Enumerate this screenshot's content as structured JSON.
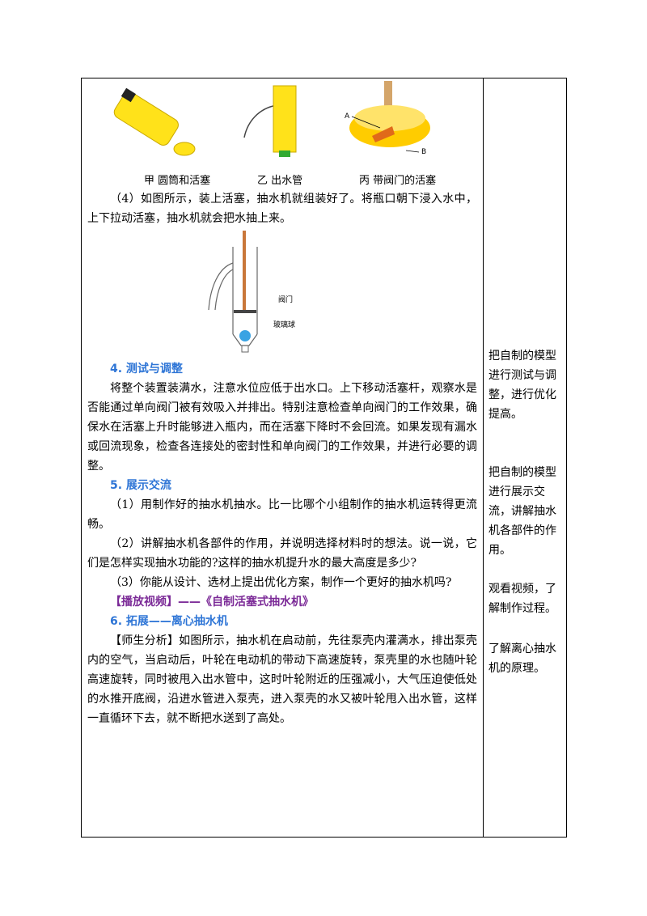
{
  "figures": {
    "caption_jia": "甲 圆筒和活塞",
    "caption_yi": "乙 出水管",
    "caption_bing": "丙 带阀门的活塞",
    "label_a": "A",
    "label_b": "B",
    "label_valve": "阀门",
    "label_ball": "玻璃球"
  },
  "main": {
    "step4": "（4）如图所示，装上活塞，抽水机就组装好了。将瓶口朝下浸入水中，上下拉动活塞，抽水机就会把水抽上来。",
    "sec4_title": "4. 测试与调整",
    "sec4_body": "将整个装置装满水，注意水位应低于出水口。上下移动活塞杆，观察水是否能通过单向阀门被有效吸入并排出。特别注意检查单向阀门的工作效果，确保水在活塞上升时能够进入瓶内，而在活塞下降时不会回流。如果发现有漏水或回流现象，检查各连接处的密封性和单向阀门的工作效果，并进行必要的调整。",
    "sec5_title": "5. 展示交流",
    "sec5_p1": "（1）用制作好的抽水机抽水。比一比哪个小组制作的抽水机运转得更流畅。",
    "sec5_p2": "（2）讲解抽水机各部件的作用，并说明选择材料时的想法。说一说，它们是怎样实现抽水功能的?这样的抽水机提升水的最大高度是多少?",
    "sec5_p3": "（3）你能从设计、选材上提出优化方案，制作一个更好的抽水机吗?",
    "video": "【播放视频】——《自制活塞式抽水机》",
    "sec6_title": "6. 拓展——离心抽水机",
    "sec6_body": "【师生分析】如图所示，抽水机在启动前，先往泵壳内灌满水，排出泵壳内的空气，当启动后，叶轮在电动机的带动下高速旋转，泵壳里的水也随叶轮高速旋转，同时被甩入出水管中，这时叶轮附近的压强减小，大气压迫使低处的水推开底阀，沿进水管进入泵壳，进入泵壳的水又被叶轮甩入出水管，这样一直循环下去，就不断把水送到了高处。"
  },
  "side": {
    "note1": "把自制的模型进行测试与调整，进行优化提高。",
    "note2": "把自制的模型进行展示交流，讲解抽水机各部件的作用。",
    "note3": "观看视频，了解制作过程。",
    "note4": "了解离心抽水机的原理。"
  }
}
